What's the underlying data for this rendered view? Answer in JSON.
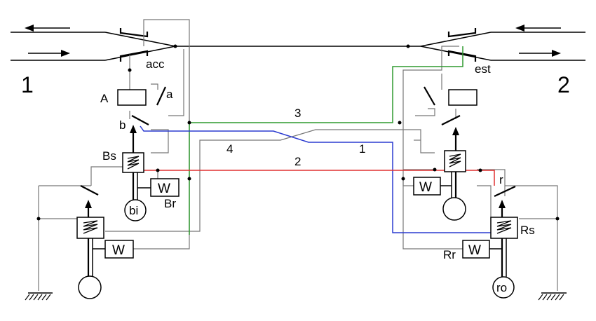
{
  "labels": {
    "station_left": "1",
    "station_right": "2",
    "coupler_left": "acc",
    "coupler_right": "est",
    "relay_A": "A",
    "contact_a": "a",
    "contact_b": "b",
    "Bs": "Bs",
    "Br": "Br",
    "bi": "bi",
    "Rs": "Rs",
    "Rr": "Rr",
    "ro": "ro",
    "r": "r",
    "W": "W",
    "line_1": "1",
    "line_2": "2",
    "line_3": "3",
    "line_4": "4"
  },
  "colors": {
    "line_1": "#2b3bd0",
    "line_2": "#e03030",
    "line_3": "#2f9a2f",
    "line_4": "#777777",
    "wire": "#777777"
  }
}
